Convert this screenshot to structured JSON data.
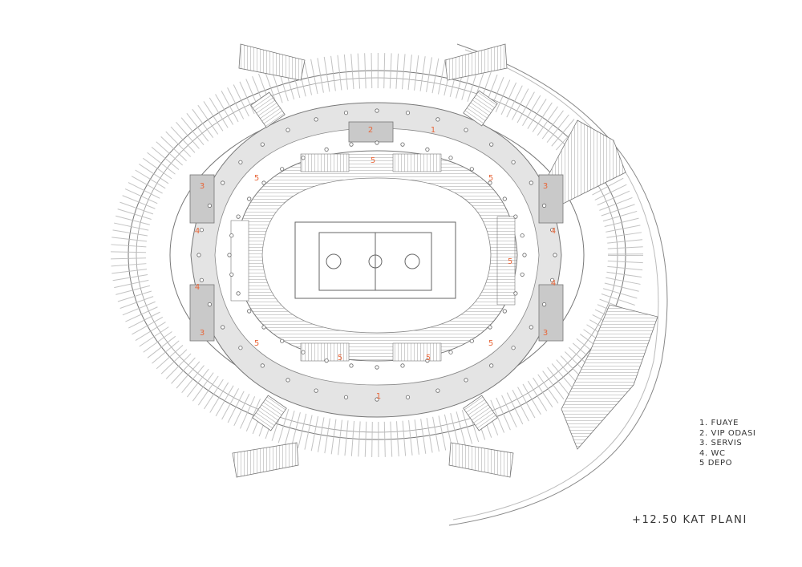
{
  "legend": {
    "items": [
      "1. FUAYE",
      "2. VIP ODASI",
      "3. SERVIS",
      "4. WC",
      "5 DEPO"
    ]
  },
  "plan_title": "+12.50 KAT PLANI",
  "room_tags": {
    "fuaye": "1",
    "vip": "2",
    "servis": "3",
    "wc": "4",
    "depo": "5"
  },
  "colors": {
    "accent": "#e8673a",
    "line": "#7a7a7a",
    "concourse": "#e4e4e4",
    "service_block": "#c9c9c9"
  }
}
